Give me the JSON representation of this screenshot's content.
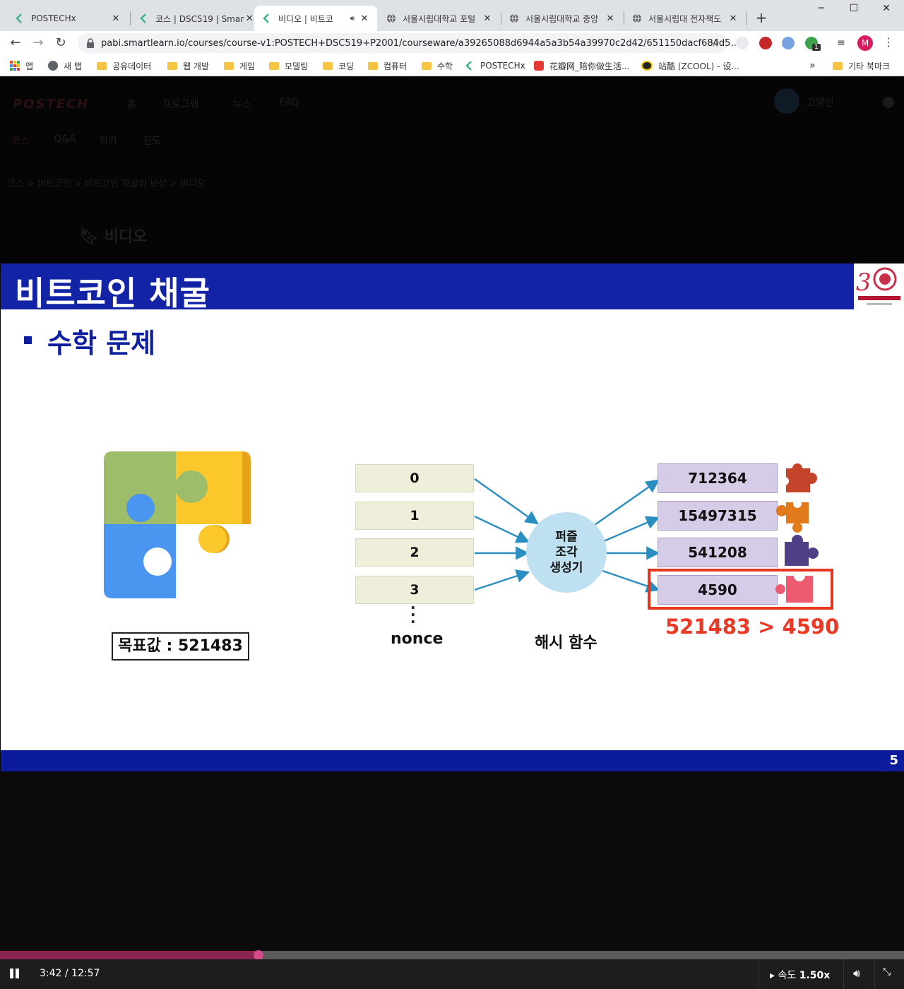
{
  "browser": {
    "tabs": [
      {
        "title": "POSTECHx",
        "favicon": "smartlearn-icon",
        "active": false
      },
      {
        "title": "코스 | DSC519 | Smar",
        "favicon": "smartlearn-icon",
        "active": false
      },
      {
        "title": "비디오 | 비트코",
        "favicon": "smartlearn-icon",
        "active": true,
        "audio": true
      },
      {
        "title": "서울시립대학교 포털",
        "favicon": "globe-icon",
        "active": false
      },
      {
        "title": "서울시립대학교 중앙",
        "favicon": "globe-icon",
        "active": false
      },
      {
        "title": "서울시립대 전자책도",
        "favicon": "globe-icon",
        "active": false
      }
    ],
    "new_tab": "+",
    "url": "pabi.smartlearn.io/courses/course-v1:POSTECH+DSC519+P2001/courseware/a39265088d6944a5a3b54a39970c2d42/651150dacf684d5...",
    "profile_initial": "M",
    "extension_badge": "1",
    "bookmarks": [
      {
        "label": "앱",
        "icon": "apps-icon"
      },
      {
        "label": "새 탭",
        "icon": "globe-icon"
      },
      {
        "label": "공유데이터",
        "icon": "folder-icon"
      },
      {
        "label": "웹 개발",
        "icon": "folder-icon"
      },
      {
        "label": "게임",
        "icon": "folder-icon"
      },
      {
        "label": "모델링",
        "icon": "folder-icon"
      },
      {
        "label": "코딩",
        "icon": "folder-icon"
      },
      {
        "label": "컴퓨터",
        "icon": "folder-icon"
      },
      {
        "label": "수학",
        "icon": "folder-icon"
      },
      {
        "label": "POSTECHx",
        "icon": "smartlearn-icon"
      },
      {
        "label": "花瓣网_陪你做生活...",
        "icon": "huaban-icon"
      },
      {
        "label": "站酷 (ZCOOL) - 设...",
        "icon": "zcool-icon"
      }
    ],
    "bookmarks_overflow": "»",
    "other_bookmarks": "기타 북마크"
  },
  "site": {
    "logo": "POSTECH",
    "nav": [
      "홈",
      "프로그램",
      "뉴스",
      "FAQ"
    ],
    "user": "고영인",
    "course_tabs": [
      "코스",
      "Q&A",
      "위키",
      "진도"
    ],
    "breadcrumb": "코스 > 비트코인 > 비트코인 채굴의 보상 > 비디오",
    "section_title": "비디오"
  },
  "slide": {
    "title": "비트코인 채굴",
    "subtitle": "수학 문제",
    "target_label": "목표값 : 521483",
    "nonces": [
      "0",
      "1",
      "2",
      "3"
    ],
    "nonce_label": "nonce",
    "generator_lines": [
      "퍼즐",
      "조각",
      "생성기"
    ],
    "hash_label": "해시 함수",
    "hash_outputs": [
      "712364",
      "15497315",
      "541208",
      "4590"
    ],
    "piece_colors": [
      "#c4442b",
      "#e07a1a",
      "#4e3f86",
      "#ee5a70"
    ],
    "puzzle_colors": {
      "green": "#9dbd6b",
      "yellow": "#fcc72b",
      "blue": "#4a95ef",
      "gold": "#e8a21a"
    },
    "comparison": "521483 > 4590",
    "page_number": "5",
    "accent_color": "#1223a6",
    "highlight_color": "#e5361f"
  },
  "player": {
    "current_time": "3:42",
    "duration": "12:57",
    "time_display": "3:42 / 12:57",
    "progress_fraction": 0.2857,
    "speed_label": "속도",
    "speed_value": "1.50x"
  }
}
